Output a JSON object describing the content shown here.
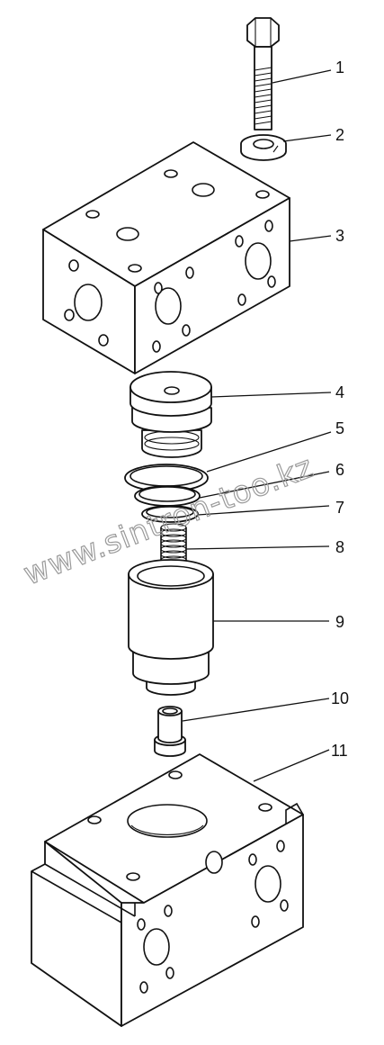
{
  "callouts": [
    {
      "id": "1",
      "label": "1"
    },
    {
      "id": "2",
      "label": "2"
    },
    {
      "id": "3",
      "label": "3"
    },
    {
      "id": "4",
      "label": "4"
    },
    {
      "id": "5",
      "label": "5"
    },
    {
      "id": "6",
      "label": "6"
    },
    {
      "id": "7",
      "label": "7"
    },
    {
      "id": "8",
      "label": "8"
    },
    {
      "id": "9",
      "label": "9"
    },
    {
      "id": "10",
      "label": "10"
    },
    {
      "id": "11",
      "label": "11"
    }
  ],
  "watermark": "www.sintron-too.kz",
  "colors": {
    "ink": "#111111",
    "paper": "#ffffff",
    "watermark": "#9a9a9a"
  }
}
